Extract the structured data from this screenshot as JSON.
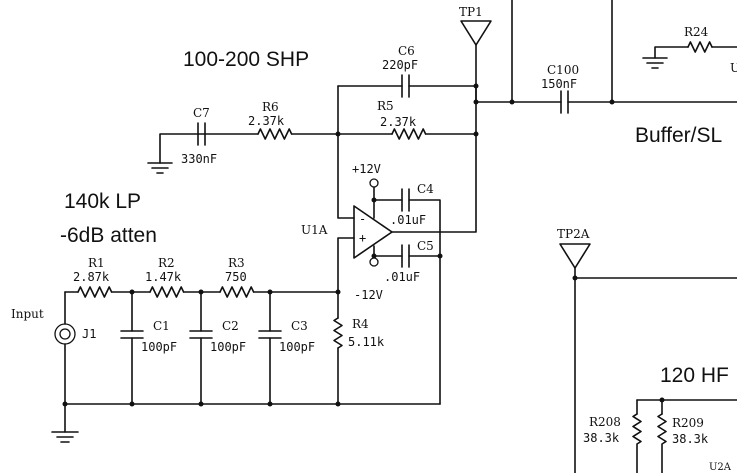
{
  "headings": {
    "shp": "100-200 SHP",
    "lp": "140k LP",
    "atten": "-6dB atten",
    "buffer": "Buffer/SL",
    "hp120": "120 HF"
  },
  "connector": {
    "name": "Input",
    "ref": "J1"
  },
  "opamp": {
    "ref": "U1A",
    "plus": "+",
    "minus": "-"
  },
  "supplies": {
    "pos": "+12V",
    "neg": "-12V"
  },
  "testpoints": {
    "tp1": "TP1",
    "tp2a": "TP2A"
  },
  "cut_label": "U2A",
  "components": {
    "r1": {
      "ref": "R1",
      "value": "2.87k"
    },
    "r2": {
      "ref": "R2",
      "value": "1.47k"
    },
    "r3": {
      "ref": "R3",
      "value": "750"
    },
    "r4": {
      "ref": "R4",
      "value": "5.11k"
    },
    "r5": {
      "ref": "R5",
      "value": "2.37k"
    },
    "r6": {
      "ref": "R6",
      "value": "2.37k"
    },
    "r24": {
      "ref": "R24",
      "value": ""
    },
    "r208": {
      "ref": "R208",
      "value": "38.3k"
    },
    "r209": {
      "ref": "R209",
      "value": "38.3k"
    },
    "c1": {
      "ref": "C1",
      "value": "100pF"
    },
    "c2": {
      "ref": "C2",
      "value": "100pF"
    },
    "c3": {
      "ref": "C3",
      "value": "100pF"
    },
    "c4": {
      "ref": "C4",
      "value": ".01uF"
    },
    "c5": {
      "ref": "C5",
      "value": ".01uF"
    },
    "c6": {
      "ref": "C6",
      "value": "220pF"
    },
    "c7": {
      "ref": "C7",
      "value": "330nF"
    },
    "c100": {
      "ref": "C100",
      "value": "150nF"
    }
  }
}
